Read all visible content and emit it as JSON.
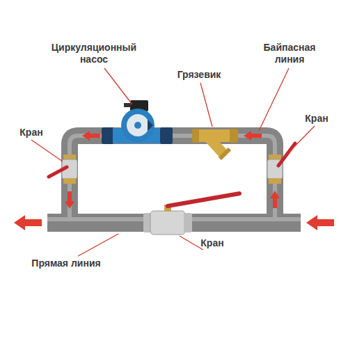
{
  "diagram": {
    "labels": [
      "Циркуляционный насос",
      "Грязевик",
      "Байпасная линия",
      "Кран",
      "Кран",
      "Прямая линия",
      "Кран"
    ]
  }
}
